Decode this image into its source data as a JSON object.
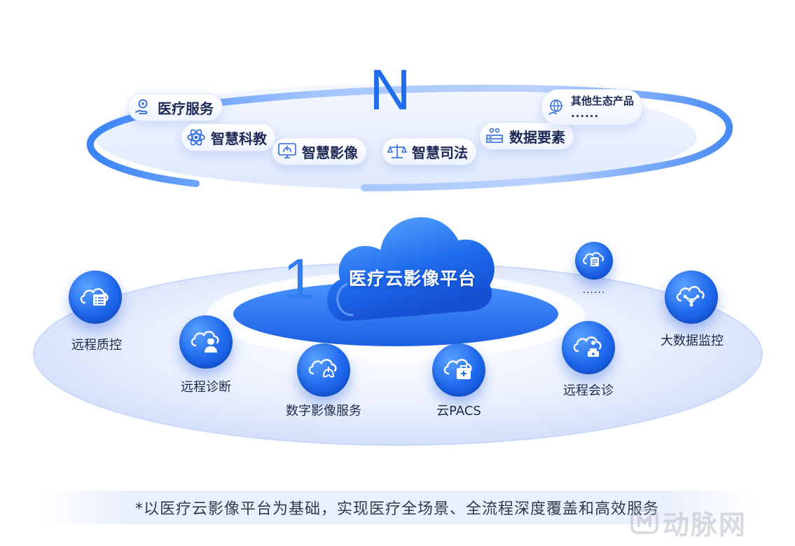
{
  "top_ring": {
    "letter": "N",
    "items": [
      {
        "label": "医疗服务",
        "icon": "hand-medical-icon"
      },
      {
        "label": "智慧科教",
        "icon": "atom-icon"
      },
      {
        "label": "智慧影像",
        "icon": "lungs-monitor-icon"
      },
      {
        "label": "智慧司法",
        "icon": "scales-icon"
      },
      {
        "label": "数据要素",
        "icon": "data-stack-icon"
      },
      {
        "label": "其他生态产品",
        "label2": "......",
        "icon": "globe-leaf-icon"
      }
    ]
  },
  "platform": {
    "number": "1",
    "title": "医疗云影像平台"
  },
  "services": [
    {
      "label": "远程质控",
      "icon": "cloud-list-icon"
    },
    {
      "label": "远程诊断",
      "icon": "cloud-doctor-icon"
    },
    {
      "label": "数字影像服务",
      "icon": "cloud-lungs-icon"
    },
    {
      "label": "云PACS",
      "icon": "cloud-medkit-icon"
    },
    {
      "label": "远程会诊",
      "icon": "cloud-consult-icon"
    },
    {
      "label": "......",
      "icon": "cloud-doc-icon"
    },
    {
      "label": "大数据监控",
      "icon": "cloud-network-icon"
    }
  ],
  "footnote": "*以医疗云影像平台为基础，实现医疗全场景、全流程深度覆盖和高效服务",
  "watermark": "动脉网",
  "colors": {
    "primary": "#1e68ec",
    "accent": "#2f7ef2",
    "text": "#1e2a55"
  }
}
